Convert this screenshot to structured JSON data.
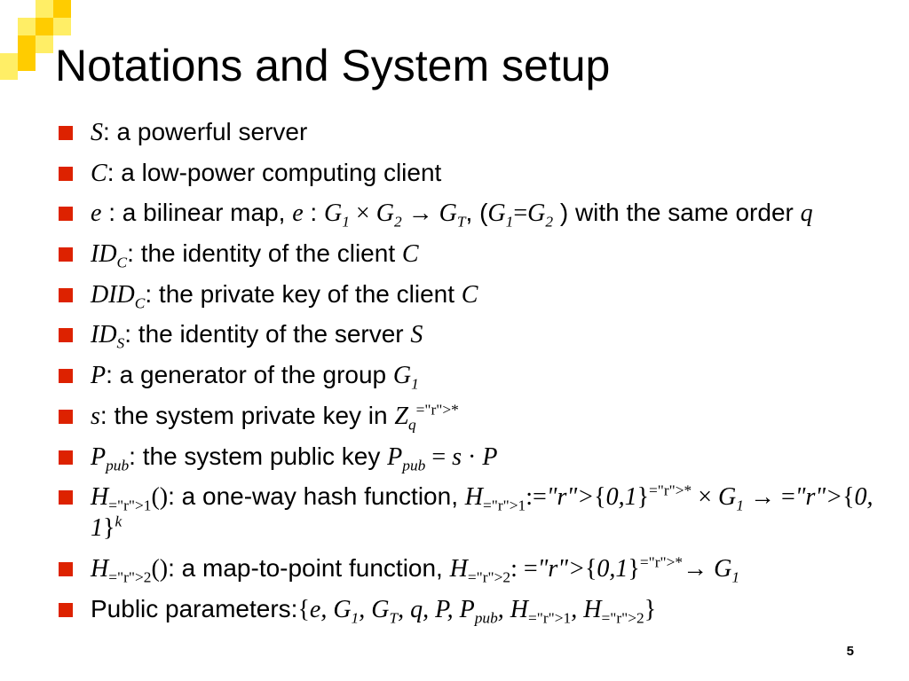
{
  "slide": {
    "title": "Notations and System setup",
    "page_number": "5",
    "colors": {
      "bullet": "#dd2200",
      "deco_light": "#ffee66",
      "deco_dark": "#ffcc00"
    }
  },
  "bullets": [
    {
      "sym": "S",
      "text": ": a powerful server"
    },
    {
      "sym": "C",
      "text": ": a low-power computing client"
    },
    {
      "sym": "e",
      "text1": " : a bilinear map, ",
      "sym2": "e",
      "text2": " : ",
      "math1": "G1 × G2 → GT",
      "text3": ", (",
      "math2": "G1=G2",
      "text4": " ) with the same order ",
      "sym3": "q"
    },
    {
      "sym": "IDC",
      "text": ": the identity of the client ",
      "sym2": "C"
    },
    {
      "sym": "DIDC",
      "text": ": the private key of the client ",
      "sym2": "C"
    },
    {
      "sym": "IDS",
      "text": ": the identity of the server ",
      "sym2": "S"
    },
    {
      "sym": "P",
      "text": ": a generator of the group ",
      "sym2": "G1"
    },
    {
      "sym": "s",
      "text": ": the system private key in ",
      "sym2": "Zq*"
    },
    {
      "sym": "Ppub",
      "text": ": the system public key ",
      "math": "Ppub = s · P"
    },
    {
      "sym": "H1()",
      "text": ": a one-way hash function, ",
      "math": "H1:{0,1}* × G1 → {0, 1}k"
    },
    {
      "sym": "H2()",
      "text": ": a map-to-point function, ",
      "math": "H2: {0,1}*→ G1"
    },
    {
      "text": "Public parameters:",
      "math": "{e, G1, GT, q, P, Ppub, H1, H2}"
    }
  ]
}
